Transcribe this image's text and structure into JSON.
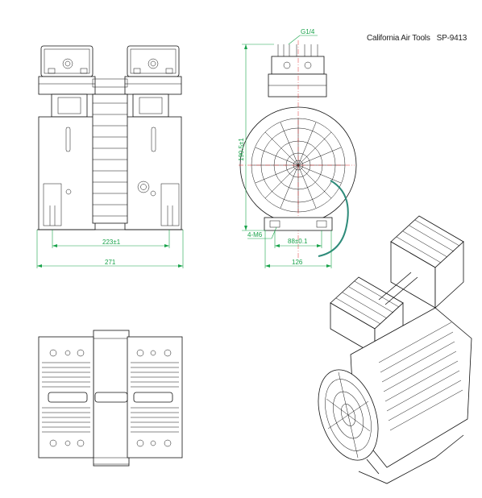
{
  "header": {
    "brand": "California Air Tools",
    "model": "SP-9413"
  },
  "front_view": {
    "dim_inner": "223±1",
    "dim_overall": "271"
  },
  "side_view": {
    "dim_height": "190.5±1",
    "dim_thread": "G1/4",
    "dim_hole": "4-M6",
    "dim_bolt_spacing": "88±0.1",
    "dim_width": "126"
  },
  "colors": {
    "dimension_line": "#18a34a",
    "center_line": "#e03030",
    "hose": "#2e8b7a"
  }
}
